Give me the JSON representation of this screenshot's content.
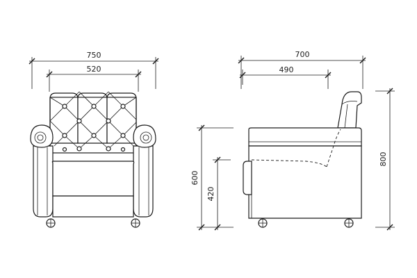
{
  "front_view": {
    "overall_width": "750",
    "seat_width": "520"
  },
  "side_view": {
    "overall_depth": "700",
    "seat_depth": "490",
    "arm_height": "600",
    "seat_height": "420",
    "overall_height": "800"
  }
}
